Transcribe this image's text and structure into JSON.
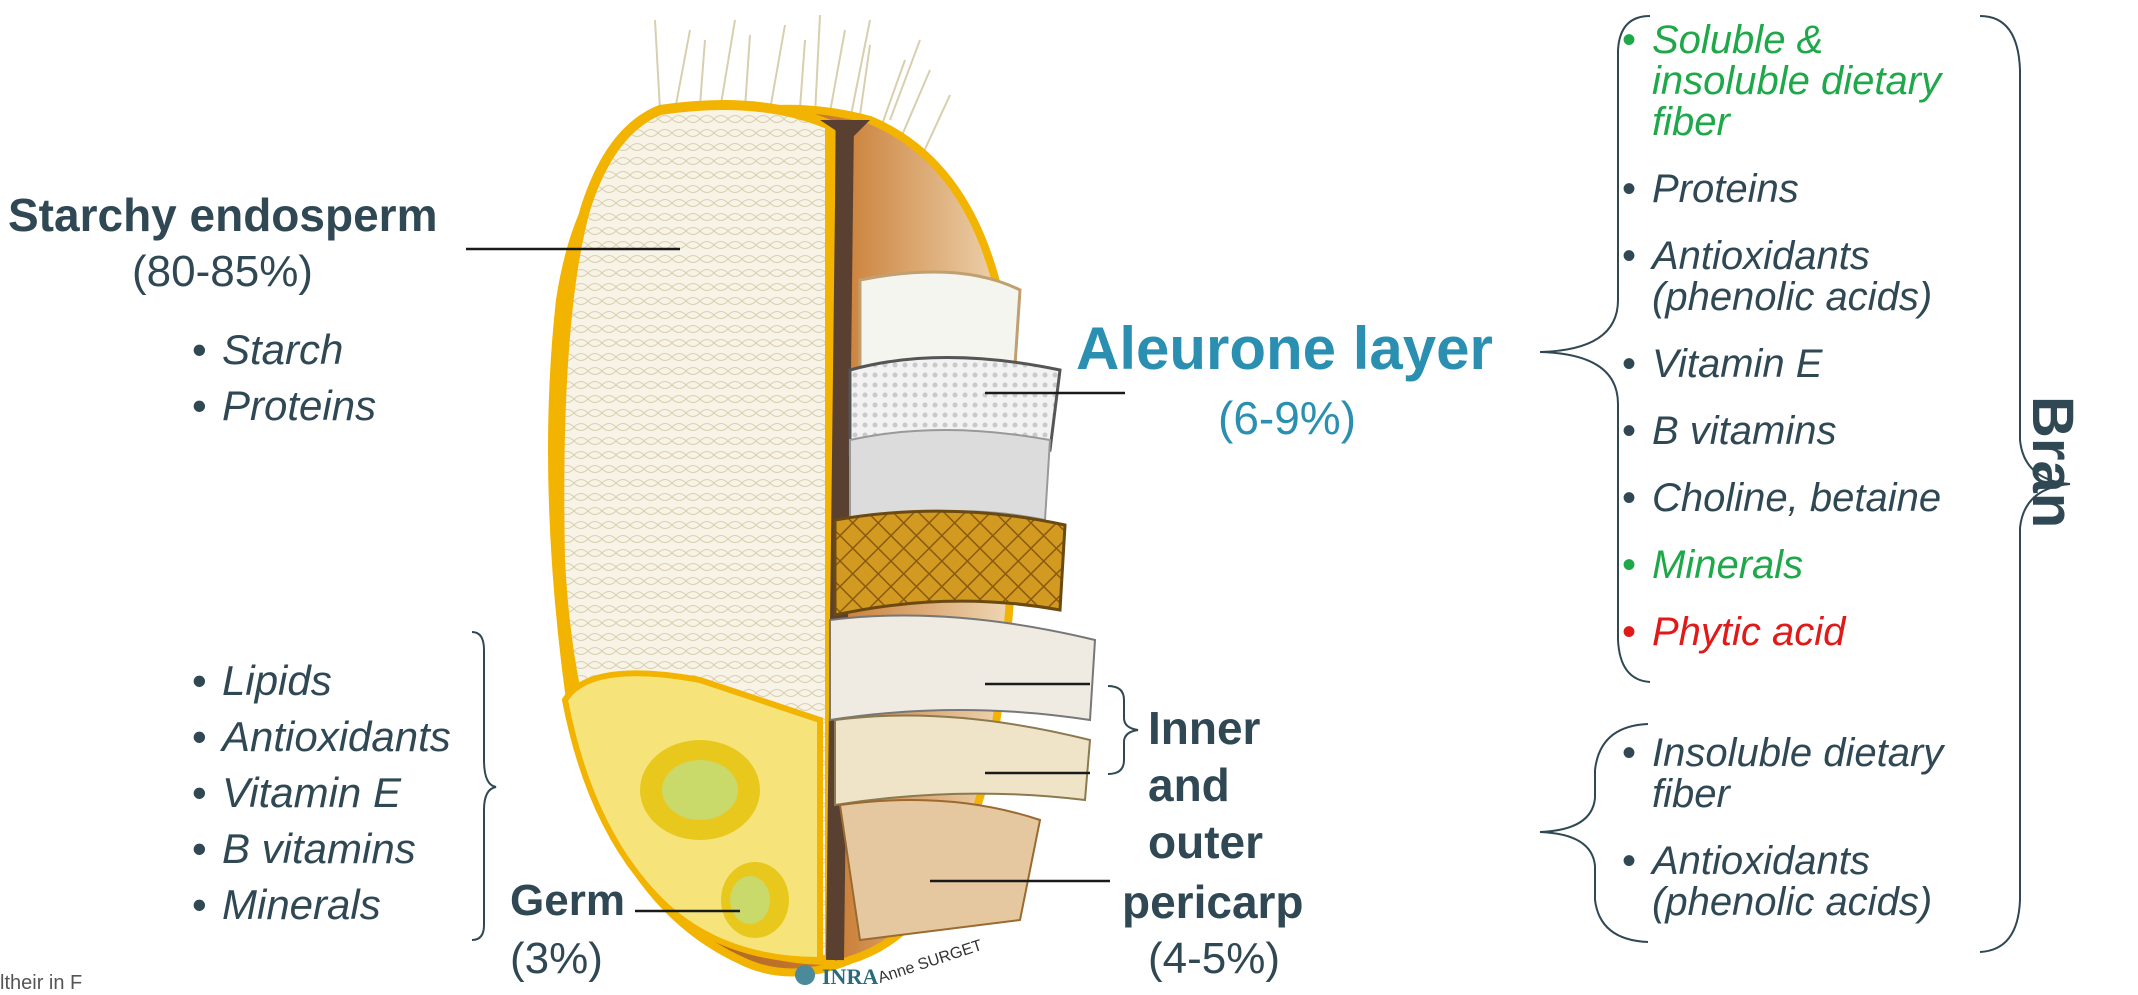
{
  "endosperm": {
    "title": "Starchy endosperm",
    "pct": "(80-85%)",
    "items": [
      "Starch",
      "Proteins"
    ]
  },
  "germ": {
    "title": "Germ",
    "pct": "(3%)",
    "items": [
      "Lipids",
      "Antioxidants",
      "Vitamin E",
      "B vitamins",
      "Minerals"
    ]
  },
  "aleurone": {
    "title": "Aleurone layer",
    "pct": "(6-9%)",
    "items": [
      {
        "text": "Soluble & insoluble dietary fiber",
        "color": "#1fa84a"
      },
      {
        "text": "Proteins",
        "color": "#2f4854"
      },
      {
        "text": "Antioxidants (phenolic acids)",
        "color": "#2f4854"
      },
      {
        "text": "Vitamin E",
        "color": "#2f4854"
      },
      {
        "text": "B vitamins",
        "color": "#2f4854"
      },
      {
        "text": "Choline, betaine",
        "color": "#2f4854"
      },
      {
        "text": "Minerals",
        "color": "#1fa84a"
      },
      {
        "text": "Phytic acid",
        "color": "#e01919"
      }
    ]
  },
  "pericarp": {
    "line1": "Inner",
    "line2": "and",
    "line3": "outer",
    "line4": "pericarp",
    "pct": "(4-5%)",
    "items": [
      "Insoluble dietary fiber",
      "Antioxidants (phenolic acids)"
    ]
  },
  "bran_label": "Bran",
  "credit": "Anne SURGET",
  "logo": "INRA",
  "footer_text": "ltheir in F",
  "colors": {
    "heading": "#2f4854",
    "aleurone_accent": "#2a8fb0",
    "highlight_green": "#1fa84a",
    "highlight_red": "#e01919"
  }
}
